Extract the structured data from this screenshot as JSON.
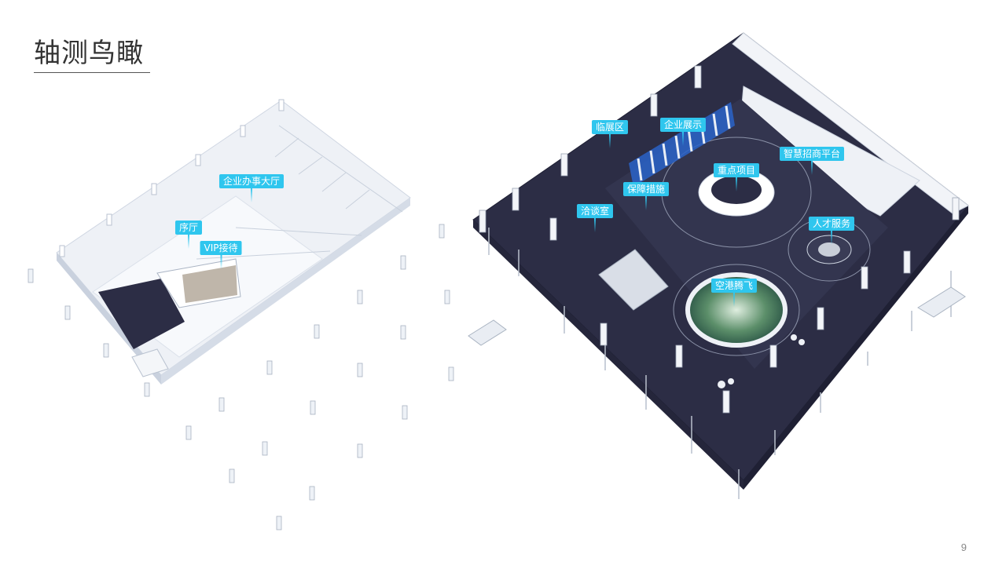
{
  "page": {
    "title": "轴测鸟瞰",
    "page_number": "9"
  },
  "labels": {
    "enterprise_hall": "企业办事大厅",
    "foyer": "序厅",
    "vip_reception": "VIP接待",
    "temp_exhibition": "临展区",
    "enterprise_display": "企业展示",
    "smart_investment": "智慧招商平台",
    "key_projects": "重点项目",
    "safeguards": "保障措施",
    "negotiation_room": "洽谈室",
    "talent_services": "人才服务",
    "airport_takeoff": "空港腾飞"
  },
  "colors": {
    "tag": "#2fc6ee",
    "dark_floor": "#2c2d45",
    "light_floor": "#e8ecf3"
  }
}
